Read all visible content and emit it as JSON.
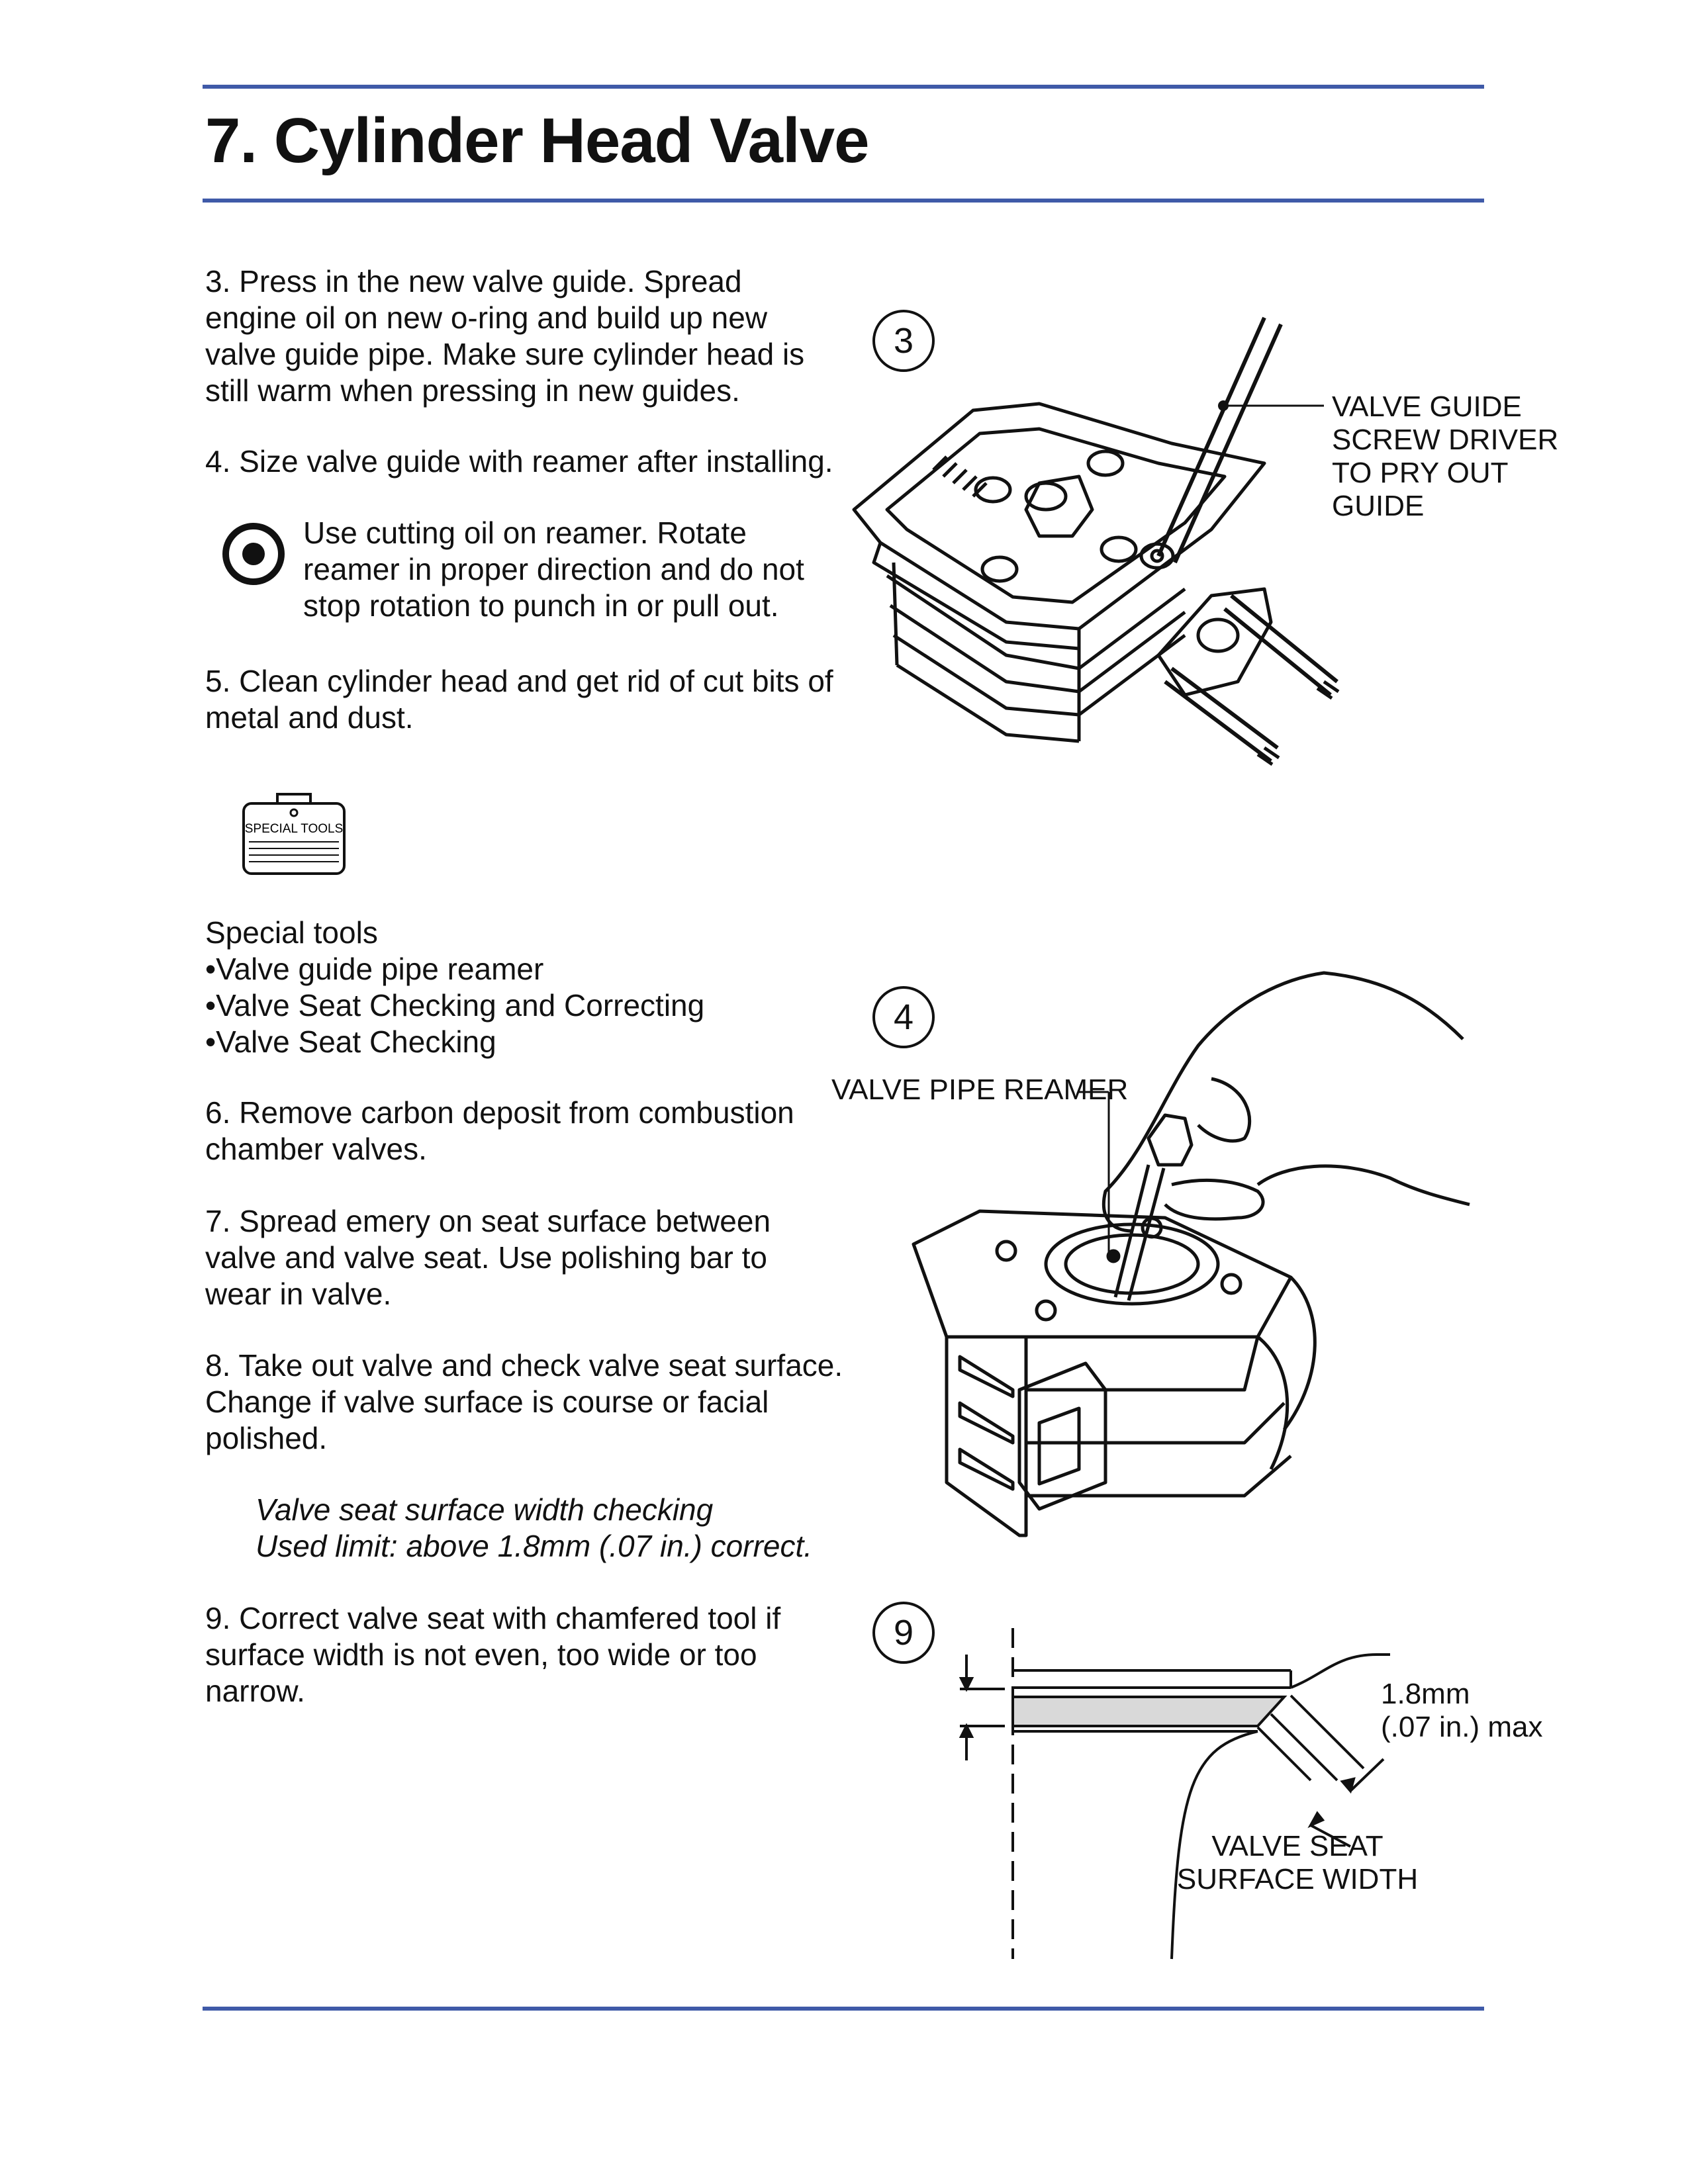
{
  "page": {
    "title": "7. Cylinder Head Valve",
    "accent_color": "#3f5aa8"
  },
  "steps": {
    "s3": "3.  Press in the new valve guide.  Spread engine oil on new o-ring and build up new valve guide pipe.  Make sure cylinder head is still warm when pressing in new guides.",
    "s4": "4.  Size valve guide with reamer after installing.",
    "note": "Use cutting oil on reamer.  Rotate reamer in proper direction and do not stop rotation to punch in or pull out.",
    "s5": "5.  Clean cylinder head and get rid of cut bits of metal and dust.",
    "s6": "6.  Remove carbon deposit from combustion chamber valves.",
    "s7": "7.  Spread emery on seat surface between valve and valve seat.  Use polishing bar to wear in valve.",
    "s8": "8.  Take out valve and check valve seat surface. Change if valve surface is course or facial polished.",
    "spec_line1": "Valve seat surface width checking",
    "spec_line2": "Used limit: above 1.8mm (.07 in.) correct.",
    "s9": "9.  Correct valve seat with chamfered tool if surface width is not even, too wide or too narrow."
  },
  "special_tools": {
    "icon_label": "SPECIAL TOOLS",
    "heading": "Special tools",
    "items": [
      "•Valve guide pipe reamer",
      "•Valve Seat Checking and Correcting",
      "•Valve Seat Checking"
    ]
  },
  "figures": {
    "fig3": {
      "number": "3",
      "label_lines": [
        "VALVE GUIDE",
        "SCREW DRIVER",
        "TO PRY OUT",
        "GUIDE"
      ]
    },
    "fig4": {
      "number": "4",
      "label": "VALVE PIPE REAMER"
    },
    "fig9": {
      "number": "9",
      "dim_line1": "1.8mm",
      "dim_line2": "(.07 in.) max",
      "label_line1": "VALVE SEAT",
      "label_line2": "SURFACE WIDTH"
    }
  }
}
